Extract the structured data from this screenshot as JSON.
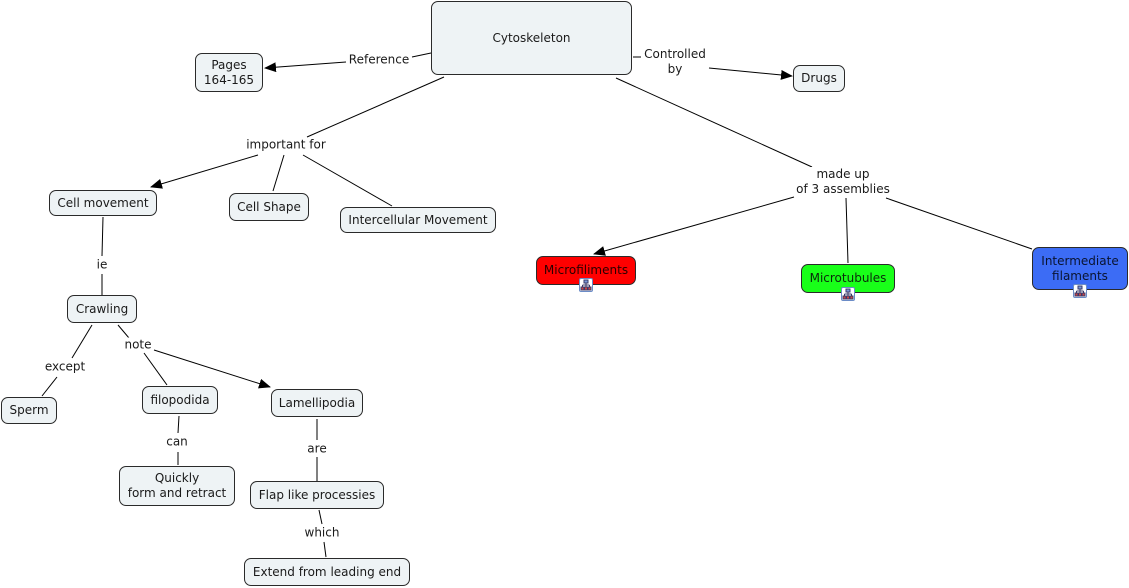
{
  "concept_map": {
    "title": "Cytoskeleton",
    "concepts": {
      "cytoskeleton": "Cytoskeleton",
      "pages": "Pages\n164-165",
      "drugs": "Drugs",
      "cell_movement": "Cell movement",
      "cell_shape": "Cell Shape",
      "intercellular_movement": "Intercellular Movement",
      "crawling": "Crawling",
      "sperm": "Sperm",
      "filopodida": "filopodida",
      "lamellipodia": "Lamellipodia",
      "quickly": "Quickly\nform and retract",
      "flap": "Flap like processies",
      "extend": "Extend from leading end",
      "microfiliments": "Microfiliments",
      "microtubules": "Microtubules",
      "intermediate": "Intermediate\nfilaments"
    },
    "linking_phrases": {
      "reference": "Reference",
      "controlled_by": "Controlled\nby",
      "important_for": "important for",
      "made_up": "made up\nof 3 assemblies",
      "ie": "ie",
      "except": "except",
      "note": "note",
      "can": "can",
      "are": "are",
      "which": "which"
    },
    "colors": {
      "microfiliments": "#ff0000",
      "microtubules": "#19ff19",
      "intermediate": "#3c6cf5",
      "default_node": "#eef3f5"
    },
    "submap_icon": "concept-map-submap-icon"
  }
}
